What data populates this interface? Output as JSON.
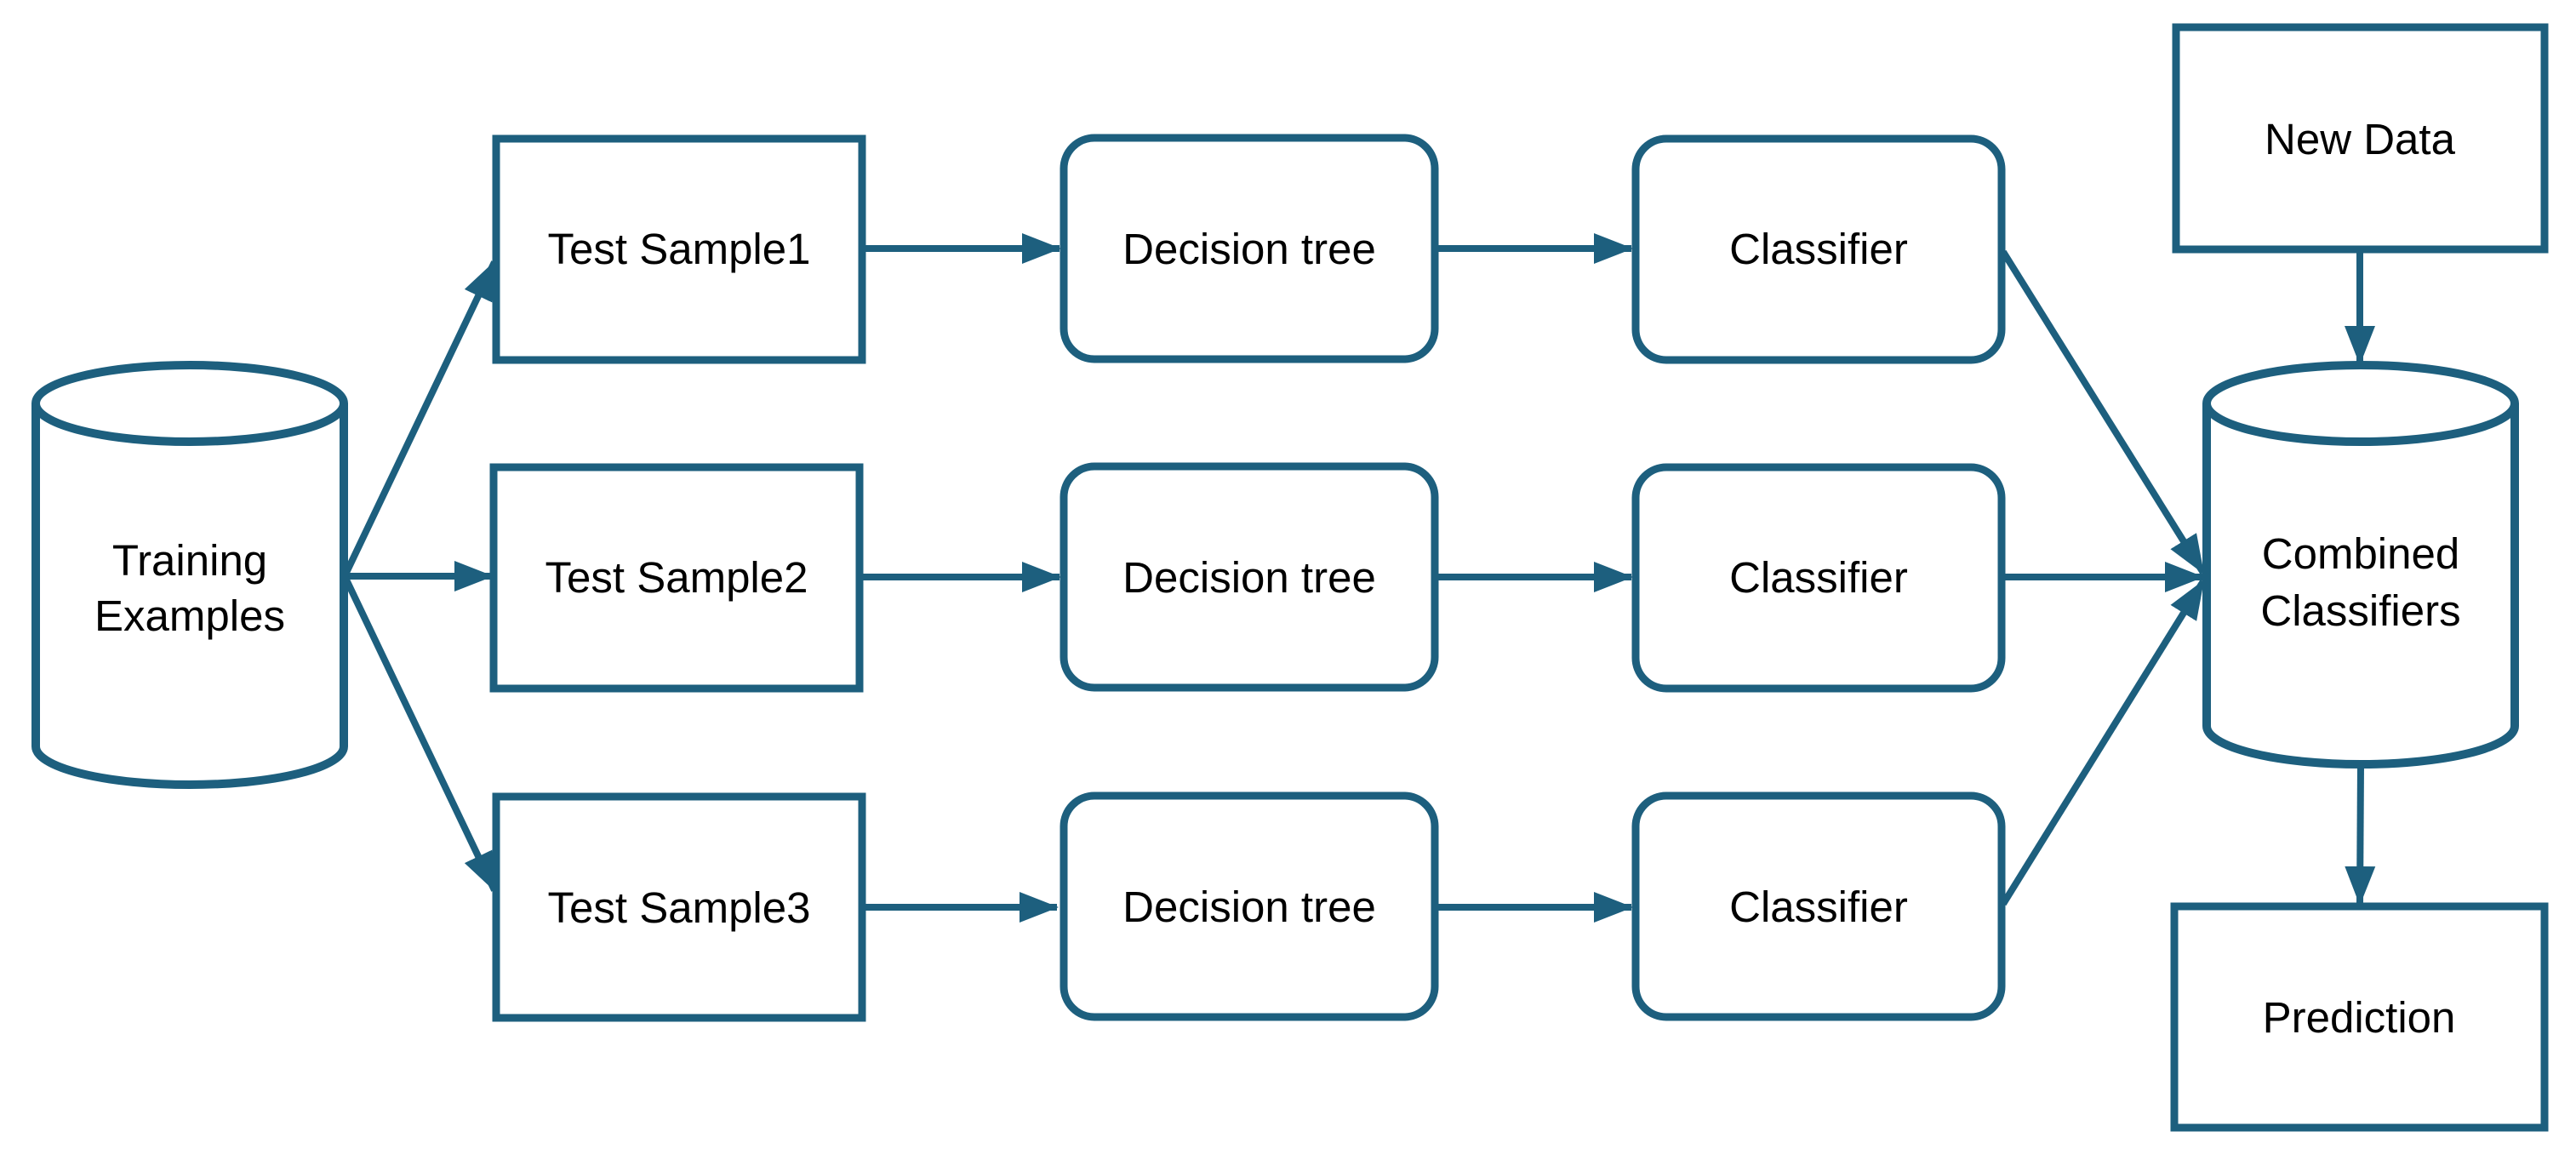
{
  "colors": {
    "accent": "#1d5f7e",
    "label_text": "#000000",
    "background": "#ffffff"
  },
  "nodes": {
    "training_examples": {
      "shape": "cylinder",
      "lines": [
        "Training",
        "Examples"
      ]
    },
    "test_sample_1": {
      "shape": "rectangle",
      "label": "Test Sample1"
    },
    "test_sample_2": {
      "shape": "rectangle",
      "label": "Test Sample2"
    },
    "test_sample_3": {
      "shape": "rectangle",
      "label": "Test Sample3"
    },
    "decision_tree_1": {
      "shape": "rounded-rectangle",
      "label": "Decision tree"
    },
    "decision_tree_2": {
      "shape": "rounded-rectangle",
      "label": "Decision tree"
    },
    "decision_tree_3": {
      "shape": "rounded-rectangle",
      "label": "Decision tree"
    },
    "classifier_1": {
      "shape": "rounded-rectangle",
      "label": "Classifier"
    },
    "classifier_2": {
      "shape": "rounded-rectangle",
      "label": "Classifier"
    },
    "classifier_3": {
      "shape": "rounded-rectangle",
      "label": "Classifier"
    },
    "new_data": {
      "shape": "rectangle",
      "label": "New Data"
    },
    "combined_classifiers": {
      "shape": "cylinder",
      "lines": [
        "Combined",
        "Classifiers"
      ]
    },
    "prediction": {
      "shape": "rectangle",
      "label": "Prediction"
    }
  },
  "edges": [
    {
      "from": "training_examples",
      "to": "test_sample_1"
    },
    {
      "from": "training_examples",
      "to": "test_sample_2"
    },
    {
      "from": "training_examples",
      "to": "test_sample_3"
    },
    {
      "from": "test_sample_1",
      "to": "decision_tree_1"
    },
    {
      "from": "decision_tree_1",
      "to": "classifier_1"
    },
    {
      "from": "test_sample_2",
      "to": "decision_tree_2"
    },
    {
      "from": "decision_tree_2",
      "to": "classifier_2"
    },
    {
      "from": "test_sample_3",
      "to": "decision_tree_3"
    },
    {
      "from": "decision_tree_3",
      "to": "classifier_3"
    },
    {
      "from": "classifier_1",
      "to": "combined_classifiers"
    },
    {
      "from": "classifier_2",
      "to": "combined_classifiers"
    },
    {
      "from": "classifier_3",
      "to": "combined_classifiers"
    },
    {
      "from": "new_data",
      "to": "combined_classifiers"
    },
    {
      "from": "combined_classifiers",
      "to": "prediction"
    }
  ]
}
